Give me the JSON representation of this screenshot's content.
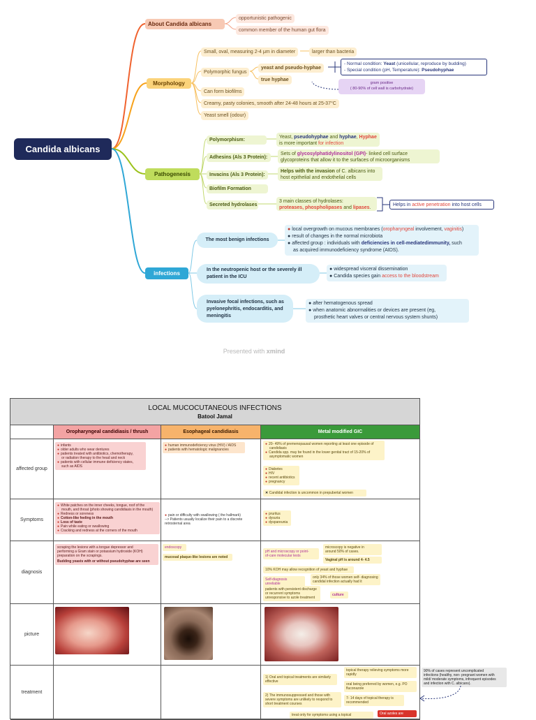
{
  "mindmap": {
    "root": "Candida albicans",
    "about": {
      "label": "About Candida albicans",
      "items": [
        "opportunistic pathogenic",
        "common member of the human gut flora"
      ]
    },
    "morphology": {
      "label": "Morphology",
      "size": "Small, oval, measuring 2-4 μm in diameter",
      "size_compare": "larger than bacteria",
      "polymorphic": "Polymorphic fungus",
      "yeast_pseudo": "yeast and pseudo-hyphae",
      "true_hyphae": "true hyphae",
      "note_line1_prefix": "- Normal condition: ",
      "note_line1_bold": "Yeast",
      "note_line1_suffix": " (unicellular, reproduce by budding)",
      "note_line2_prefix": "- Special condition (pH, Temperature): ",
      "note_line2_bold": "Pseudohyphae",
      "gram_line1": "gram positive",
      "gram_line2": "( 80-90% of cell wall is carbohydrate)",
      "biofilms": "Can form biofilms",
      "colonies": "Creamy, pasty colonies, smooth after 24-48 hours at 25-37°C",
      "smell": "Yeast smell (odour)"
    },
    "pathogenesis": {
      "label": "Pathogenesis",
      "polymorphism": "Polymorphism:",
      "poly_desc_1a": "Yeast, ",
      "poly_desc_1b": "pseudohyphae",
      "poly_desc_1c": " and ",
      "poly_desc_1d": "hyphae",
      "poly_desc_1e": ", ",
      "poly_desc_1f": "Hyphae",
      "poly_desc_2a": "is more important ",
      "poly_desc_2b": "for infection",
      "adhesins": "Adhesins (Als 3 Protein):",
      "adh_desc_1a": "Sets of ",
      "adh_desc_1b": "glycosylphatidylinositol (GPI)",
      "adh_desc_1c": "- linked cell surface",
      "adh_desc_2": "glycoproteins that allow it to the surfaces of microorganisms",
      "invacins": "Invacins (Als 3 Protein):",
      "inv_desc_1a": "Helps with the invasion",
      "inv_desc_1b": " of C. albicans into",
      "inv_desc_2": "host epithelial and endothelial cells",
      "biofilm": "Biofilm Formation",
      "hydrolases": "Secreted hydrolases",
      "hyd_desc_1": "3 main classes of hydrolases:",
      "hyd_desc_2a": "proteases, phospholipases",
      "hyd_desc_2b": " and ",
      "hyd_desc_2c": "lipases",
      "hyd_desc_2d": ".",
      "hyd_note_a": "Helps in ",
      "hyd_note_b": "active penetration",
      "hyd_note_c": " into host cells"
    },
    "infections": {
      "label": "infections",
      "benign": "The most benign infections",
      "benign_1a": "local overgrowth on mucous membranes (",
      "benign_1b": "oropharyngeal",
      "benign_1c": " involvement, ",
      "benign_1d": "vaginitis",
      "benign_1e": ")",
      "benign_2": "result of changes in the normal microbiota",
      "benign_3a": "affected group : individuals with ",
      "benign_3b": "deficiencies in cell-mediatedimmunity,",
      "benign_3c": " such",
      "benign_4": "as acquired immunodeficiency syndrome (AIDS).",
      "neutro_1": "In the neutropenic host or the severely ill",
      "neutro_2": "patient in the ICU",
      "neutro_d1": "widespread visceral dissemination",
      "neutro_d2a": "Candida species gain ",
      "neutro_d2b": "access to the bloodstream",
      "invasive_1": "Invasive focal infections, such as",
      "invasive_2": "pyelonephritis, endocarditis, and",
      "invasive_3": "meningitis",
      "inv_d1": "after hematogenous spread",
      "inv_d2": "when anatomic abnormalities or devices are present (eg,",
      "inv_d3": "prosthetic heart valves or central nervous system shunts)"
    },
    "footer_prefix": "Presented with ",
    "footer_brand": "xmind"
  },
  "table": {
    "title": "LOCAL MUCOCUTANEOUS INFECTIONS",
    "author": "Batool Jamal",
    "headers": [
      "Oropharyngeal candidiasis / thrush",
      "Esophageal candidiasis",
      "Metal modified GIC"
    ],
    "header_colors": [
      "#f3a3a3",
      "#f7b36b",
      "#3a9a3a"
    ],
    "rows": [
      "affected group",
      "Symptoms",
      "diagnosis",
      "picture",
      "treatment"
    ],
    "affected": {
      "oro": [
        "infants",
        "older adults who wear dentures",
        "patients treated with antibiotics, chemotherapy,",
        "or radiation therapy to the head and neck",
        "patients  with cellular immune deficiency states,",
        "such as AIDS"
      ],
      "eso": [
        "human immunodeficiency virus (HIV) / AIDS",
        "patients with hematologic malignancies"
      ],
      "gic_1": [
        "20- 49% of premenopausal women reporting at least one episode of",
        "candidiasis",
        "Candida spp. may be found in the lower genital tract of 15-20% of",
        "asymptomatic women"
      ],
      "gic_2": [
        "Diabetes",
        "HIV",
        "recent antibiotics",
        "pregnancy"
      ],
      "gic_3": "Candidal infection is uncommon in prepubertal women"
    },
    "symptoms": {
      "oro": [
        "White patches on the inner cheeks, tongue, roof of the",
        "mouth, and throat (photo showing candidiasis in the mouth)",
        "Redness or soreness",
        "Cotton-like feeling in the mouth",
        "Loss of taste",
        "Pain while eating or swallowing",
        "Cracking and redness at the corners of the mouth"
      ],
      "eso": [
        "pain or difficulty with swallowing ( the hallmark)",
        "--> Patients usually localize their pain to a discrete",
        "retrosternal area"
      ],
      "gic": [
        "pruritus",
        "dysuria",
        "dyspareunia"
      ]
    },
    "diagnosis": {
      "oro": [
        "scraping the lesions with a tongue depressor and",
        "performing a Gram stain or potassium hydroxide (KOH)",
        "preparation on the scrapings.",
        "Budding yeasts with or without pseudohyphae are seen"
      ],
      "eso_1": "endoscopy",
      "eso_2": "mucosal plaque-like lesions are noted",
      "gic_ph": [
        "pH and microscopy or point-",
        "of-care molecular tests"
      ],
      "gic_micro": [
        "microscopy is negative in",
        "around 50% of cases."
      ],
      "gic_vph": "Vaginal pH is around 4- 4.5",
      "gic_koh": "10% KOH may allow recognition of yeast and hyphae",
      "gic_self": "Self-diagnosis unreliable",
      "gic_self_d": [
        "only 34% of those women self- diagnosing",
        "candidal infection actually had it"
      ],
      "gic_persist": [
        "patients with persistent discharge",
        "or recurrent symptoms",
        "unresponsive to azole treatment"
      ],
      "gic_culture": "culture"
    },
    "treatment": {
      "t1": [
        "1) Oral and topical treatments are similarly",
        "effective"
      ],
      "t1a": [
        "topical therapy relieving symptoms more",
        "rapidly"
      ],
      "t1b": [
        "oral being preferred by women, e.g. PO",
        "fluconazole"
      ],
      "t2": [
        "2) The immunosuppressed and those with",
        "severe symptoms are unlikely to respond to",
        "short treatment courses"
      ],
      "t2a": [
        "7- 14 days of topical therapy is",
        "recommended"
      ],
      "t3": "treat only for symptoms using a topical",
      "oral_azoles": "Oral azoles are",
      "side": [
        "90% of cases represent uncomplicated",
        "infections (healthy, non- pregnant women with",
        "mild/ moderate symptoms, infrequent episodes",
        "and infection with C. albicans)."
      ]
    }
  },
  "colors": {
    "root": "#1f2a5a",
    "about": "#f0622e",
    "morphology": "#f7a21b",
    "pathogenesis": "#9cc21c",
    "infections": "#2fa7d6"
  }
}
